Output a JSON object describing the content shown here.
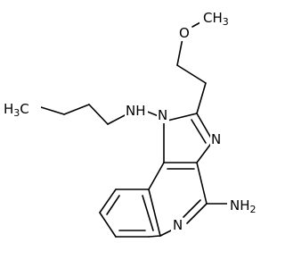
{
  "molecule": {
    "atoms": {
      "methyl_top": "CH3",
      "ether_o": "O",
      "ring_n_top": "N",
      "ring_n_bottom": "N",
      "amine_right": "NH2",
      "amine_left": "NH",
      "butyl_methyl": "H3C"
    }
  }
}
